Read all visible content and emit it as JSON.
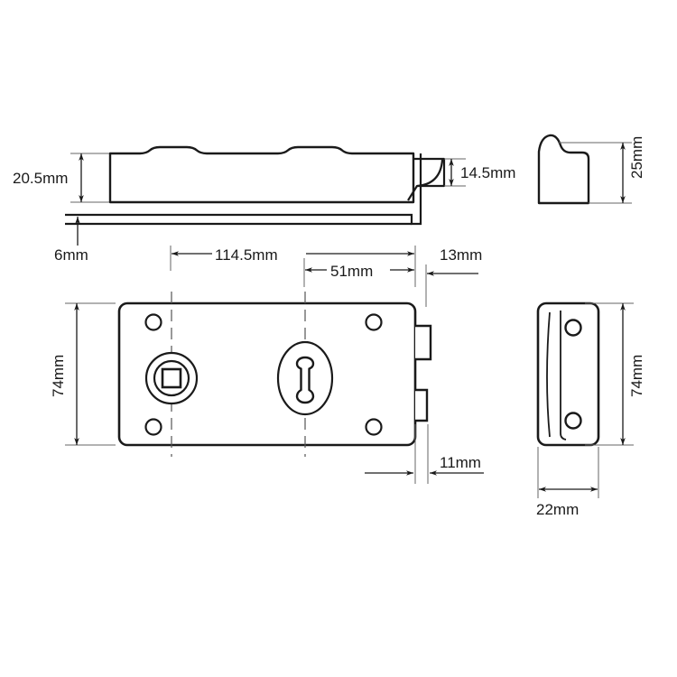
{
  "drawing": {
    "title": "Rim Lock Dimensional Drawing",
    "colors": {
      "outline": "#1a1a1a",
      "dimension_line": "#555555",
      "centerline": "#555555",
      "background": "#ffffff",
      "text": "#1a1a1a"
    },
    "views": {
      "top_profile": {
        "name": "Lock body top / side profile view",
        "dimensions": {
          "body_height": "20.5mm",
          "faceplate_offset": "6mm",
          "latch_height": "14.5mm"
        }
      },
      "keep_profile": {
        "name": "Strike keep side profile view",
        "dimensions": {
          "height": "25mm"
        }
      },
      "front_face": {
        "name": "Lock body front face view",
        "dimensions": {
          "case_width": "114.5mm",
          "keyhole_to_edge": "51mm",
          "case_height": "74mm",
          "latch_projection": "13mm",
          "bolt_projection": "11mm"
        },
        "features": {
          "spindle_hole": "square-spindle-hole",
          "keyhole": "keyhole-escutcheon",
          "fixing_holes": 4
        }
      },
      "keep_front": {
        "name": "Strike keep front view",
        "dimensions": {
          "height": "74mm",
          "width": "22mm"
        },
        "features": {
          "fixing_holes": 2
        }
      }
    },
    "labels": {
      "d_20_5mm": "20.5mm",
      "d_6mm": "6mm",
      "d_14_5mm": "14.5mm",
      "d_25mm": "25mm",
      "d_114_5mm": "114.5mm",
      "d_51mm": "51mm",
      "d_13mm": "13mm",
      "d_74mm_body": "74mm",
      "d_11mm": "11mm",
      "d_74mm_keep": "74mm",
      "d_22mm": "22mm"
    }
  }
}
